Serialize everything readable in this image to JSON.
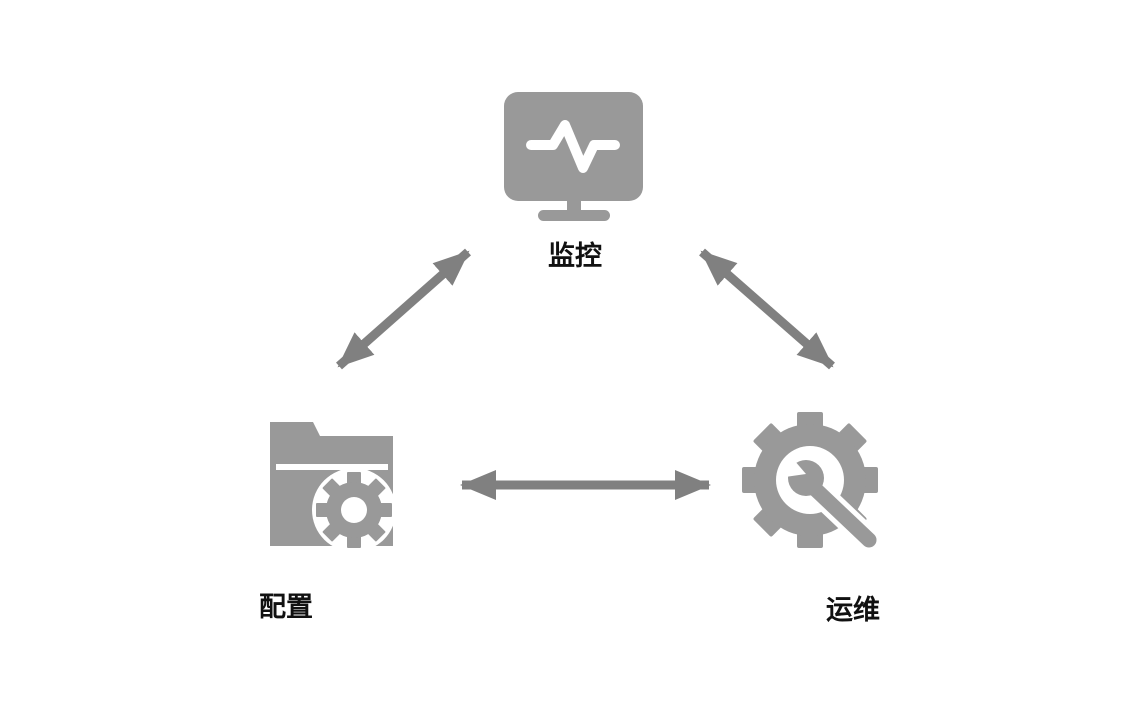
{
  "colors": {
    "icon": "#999999",
    "arrow": "#808080",
    "label": "#111111",
    "background": "#ffffff"
  },
  "nodes": [
    {
      "id": "monitor",
      "label": "监控",
      "icon": "monitor-pulse-icon"
    },
    {
      "id": "config",
      "label": "配置",
      "icon": "folder-gear-icon"
    },
    {
      "id": "ops",
      "label": "运维",
      "icon": "gear-wrench-icon"
    }
  ],
  "edges": [
    {
      "from": "config",
      "to": "monitor",
      "direction": "both"
    },
    {
      "from": "monitor",
      "to": "ops",
      "direction": "both"
    },
    {
      "from": "config",
      "to": "ops",
      "direction": "both"
    }
  ]
}
